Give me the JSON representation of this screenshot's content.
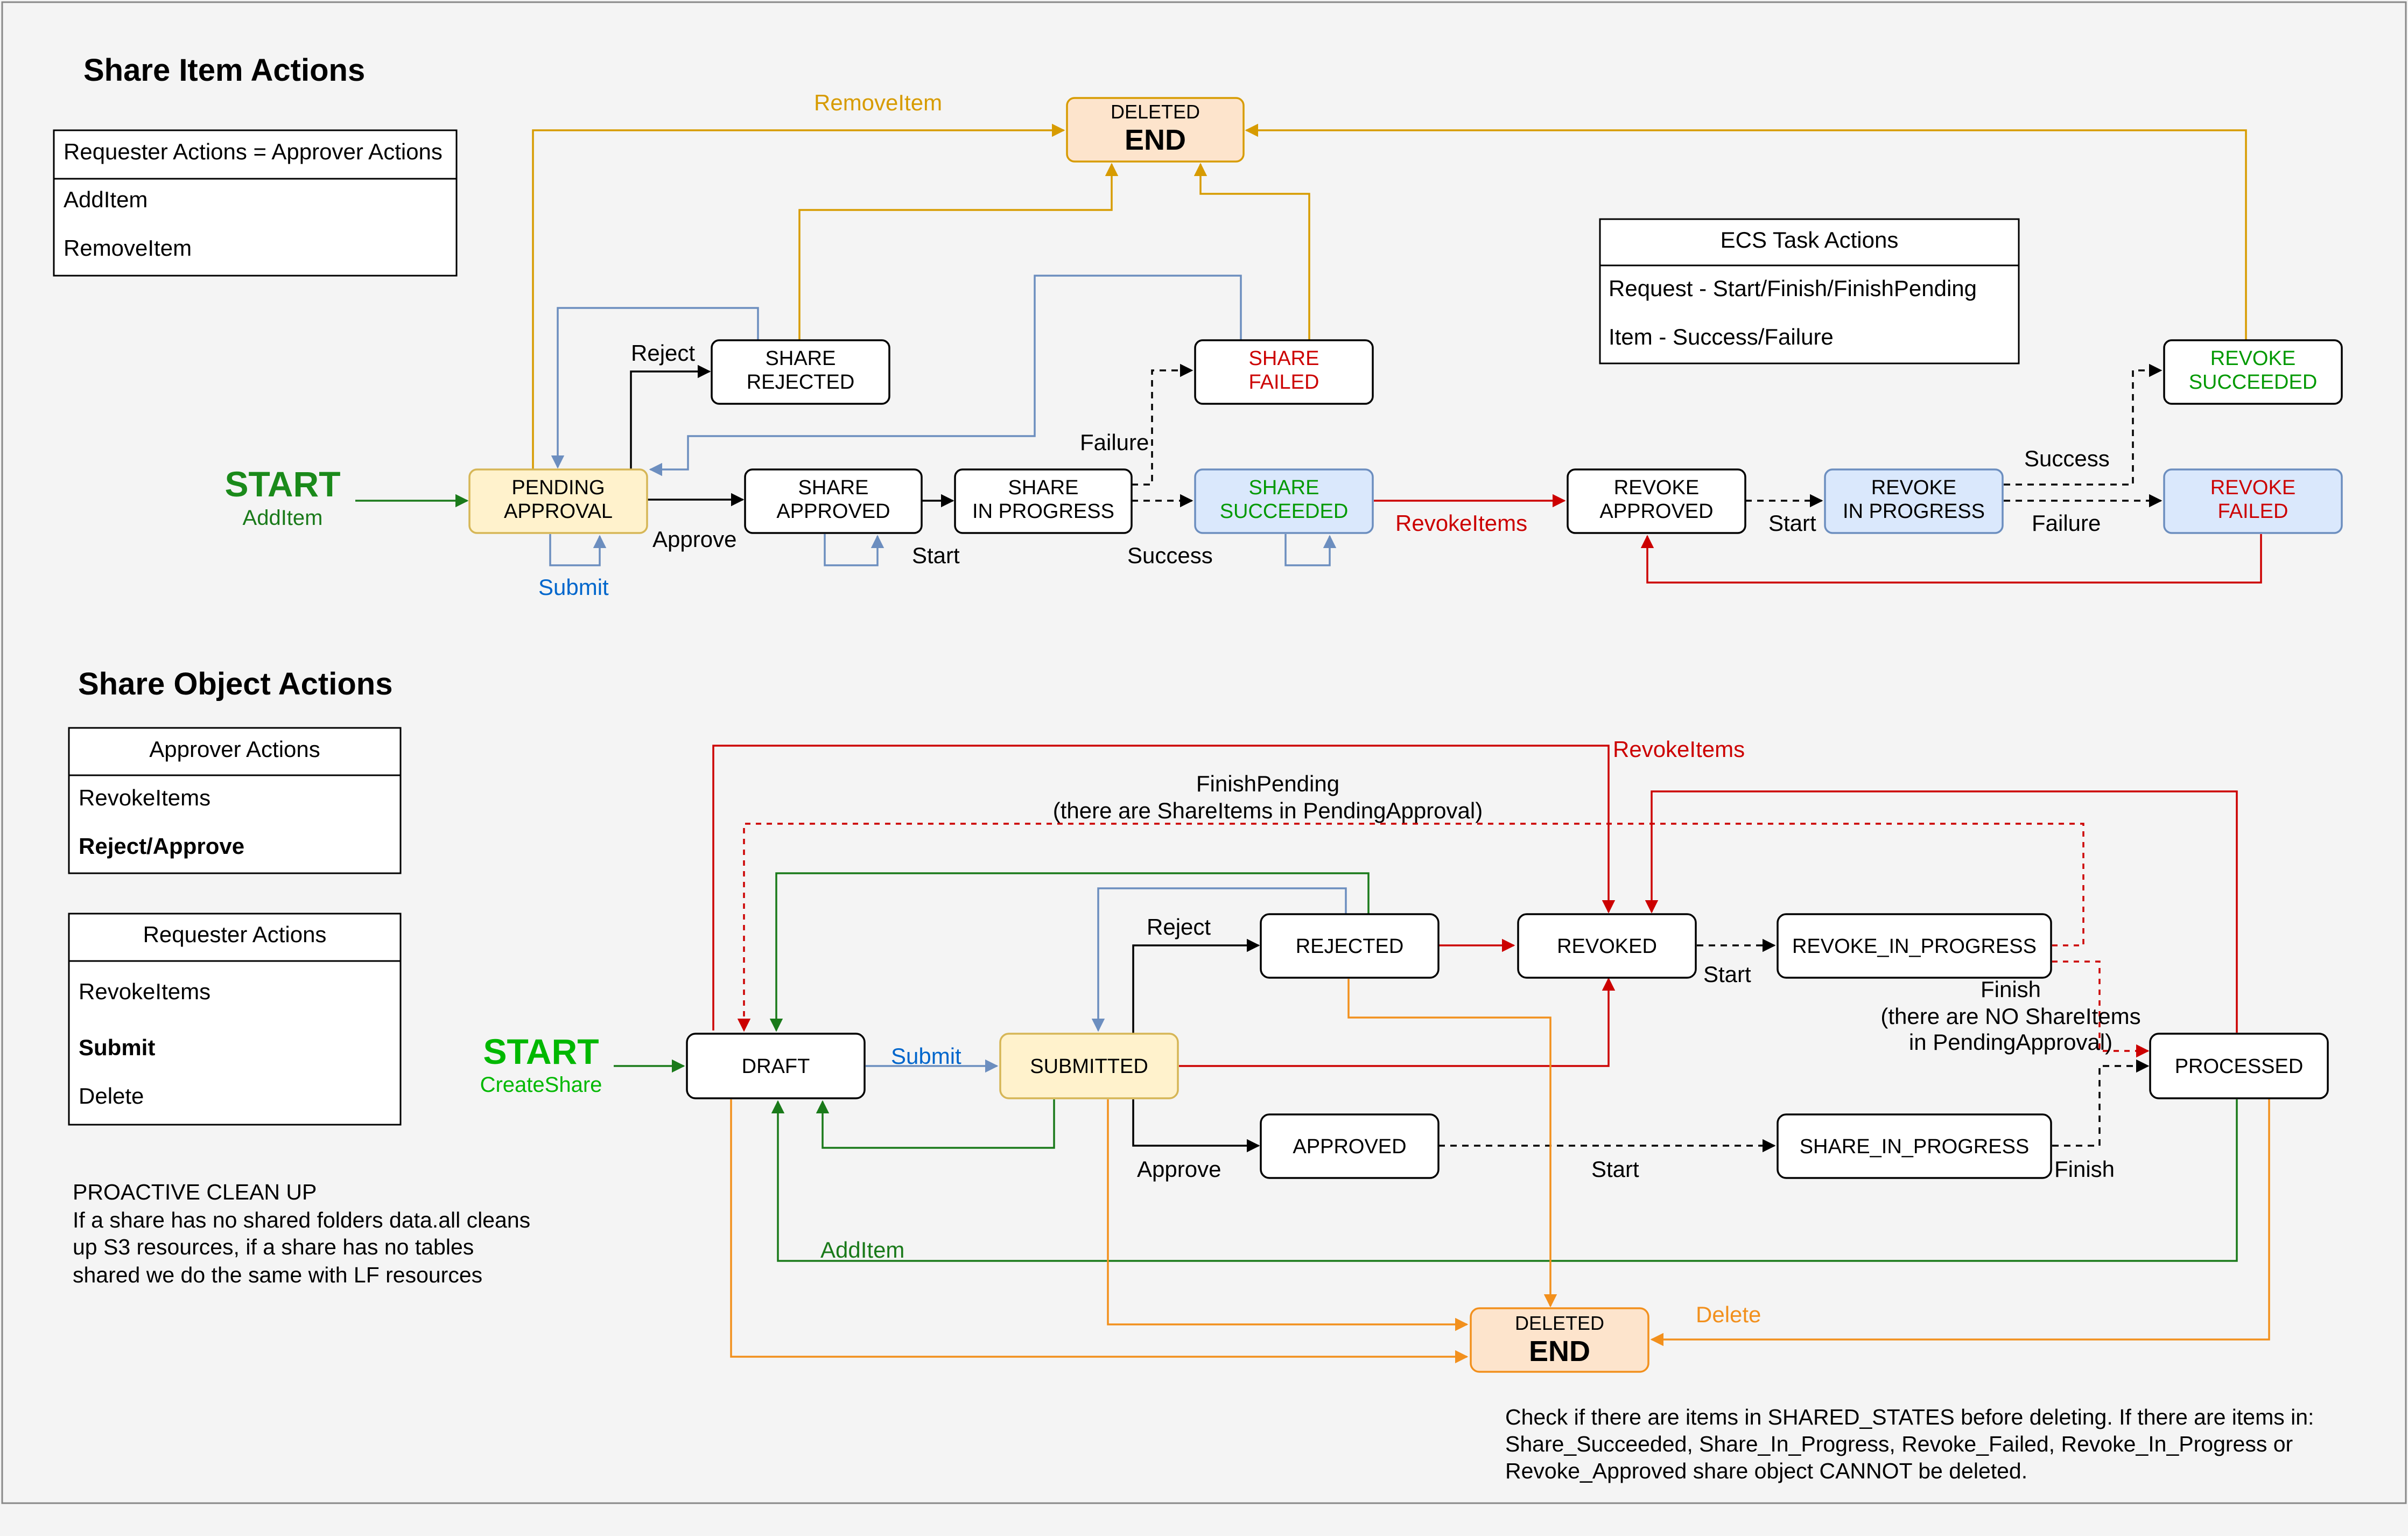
{
  "colors": {
    "black": "#000000",
    "orange_edge": "#d79b00",
    "orange_bright": "#f2901d",
    "green_dark": "#1a7a1a",
    "green_bright": "#00b800",
    "blue_edge": "#6c8ebf",
    "blue_text": "#0066cc",
    "red": "#cc0000",
    "yellow_fill": "#fff2cc",
    "yellow_stroke": "#d6b656",
    "peach_fill": "#fde4cc",
    "blue_fill": "#dae8fc",
    "red_text": "#cc0000",
    "green_text": "#009900"
  },
  "share_item": {
    "heading": "Share Item Actions",
    "legend": {
      "header": "Requester Actions = Approver Actions",
      "items": [
        "AddItem",
        "RemoveItem"
      ]
    },
    "ecs_legend": {
      "header": "ECS Task Actions",
      "items": [
        "Request - Start/Finish/FinishPending",
        "Item - Success/Failure"
      ]
    },
    "start": {
      "title": "START",
      "sub": "AddItem"
    },
    "end": {
      "small": "DELETED",
      "big": "END"
    },
    "nodes": {
      "pending_approval": [
        "PENDING",
        "APPROVAL"
      ],
      "share_rejected": [
        "SHARE",
        "REJECTED"
      ],
      "share_approved": [
        "SHARE",
        "APPROVED"
      ],
      "share_in_progress": [
        "SHARE",
        "IN PROGRESS"
      ],
      "share_failed": [
        "SHARE",
        "FAILED"
      ],
      "share_succeeded": [
        "SHARE",
        "SUCCEEDED"
      ],
      "revoke_approved": [
        "REVOKE",
        "APPROVED"
      ],
      "revoke_in_progress": [
        "REVOKE",
        "IN PROGRESS"
      ],
      "revoke_succeeded": [
        "REVOKE",
        "SUCCEEDED"
      ],
      "revoke_failed": [
        "REVOKE",
        "FAILED"
      ]
    },
    "edge_labels": {
      "remove_item": "RemoveItem",
      "reject": "Reject",
      "approve": "Approve",
      "submit": "Submit",
      "start": "Start",
      "failure": "Failure",
      "success": "Success",
      "revoke_items": "RevokeItems",
      "revoke_start": "Start",
      "revoke_success": "Success",
      "revoke_failure": "Failure"
    }
  },
  "share_object": {
    "heading": "Share Object Actions",
    "approver_legend": {
      "header": "Approver Actions",
      "items": [
        "RevokeItems",
        "Reject/Approve"
      ]
    },
    "requester_legend": {
      "header": "Requester Actions",
      "items": [
        "RevokeItems",
        "Submit",
        "Delete"
      ]
    },
    "cleanup_note": [
      "PROACTIVE CLEAN UP",
      "If a share has no shared folders data.all cleans",
      "up S3 resources, if a share has no tables",
      "shared we do the same with LF resources"
    ],
    "start": {
      "title": "START",
      "sub": "CreateShare"
    },
    "end": {
      "small": "DELETED",
      "big": "END"
    },
    "nodes": {
      "draft": "DRAFT",
      "submitted": "SUBMITTED",
      "rejected": "REJECTED",
      "approved": "APPROVED",
      "revoked": "REVOKED",
      "revoke_in_progress": "REVOKE_IN_PROGRESS",
      "share_in_progress": "SHARE_IN_PROGRESS",
      "processed": "PROCESSED"
    },
    "edge_labels": {
      "revoke_items": "RevokeItems",
      "finish_pending": "FinishPending",
      "finish_pending_note": "(there are ShareItems in PendingApproval)",
      "reject": "Reject",
      "submit": "Submit",
      "approve": "Approve",
      "start_revoke": "Start",
      "start_share": "Start",
      "finish": "Finish",
      "finish_note_1": "(there are NO ShareItems",
      "finish_note_2": "in PendingApproval)",
      "finish_share": "Finish",
      "add_item": "AddItem",
      "delete": "Delete"
    },
    "delete_note": [
      "Check if there are items in SHARED_STATES before deleting. If there are items in:",
      "Share_Succeeded, Share_In_Progress, Revoke_Failed, Revoke_In_Progress or",
      "Revoke_Approved share object CANNOT be deleted."
    ]
  }
}
